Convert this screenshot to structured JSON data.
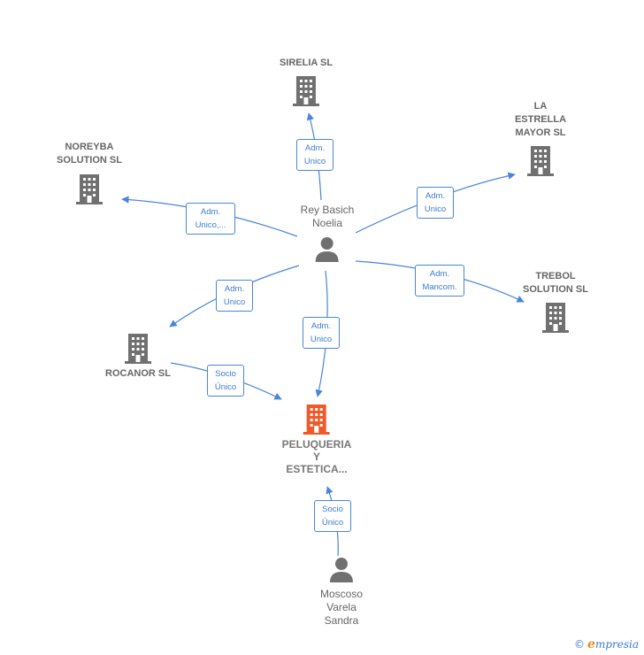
{
  "nodes": {
    "sirelia": {
      "label": "SIRELIA SL",
      "type": "company"
    },
    "la_estrella": {
      "label": "LA\nESTRELLA\nMAYOR SL",
      "type": "company"
    },
    "noreyba": {
      "label": "NOREYBA\nSOLUTION SL",
      "type": "company"
    },
    "trebol": {
      "label": "TREBOL\nSOLUTION SL",
      "type": "company"
    },
    "rocanor": {
      "label": "ROCANOR SL",
      "type": "company"
    },
    "peluqueria": {
      "label": "PELUQUERIA\nY\nESTETICA...",
      "type": "company-main"
    },
    "rey_basich": {
      "label": "Rey Basich\nNoelia",
      "type": "person"
    },
    "moscoso": {
      "label": "Moscoso\nVarela\nSandra",
      "type": "person"
    }
  },
  "edges": [
    {
      "from": "rey_basich",
      "to": "sirelia",
      "label": "Adm.\nUnico"
    },
    {
      "from": "rey_basich",
      "to": "la_estrella",
      "label": "Adm.\nUnico"
    },
    {
      "from": "rey_basich",
      "to": "noreyba",
      "label": "Adm.\nUnico,..."
    },
    {
      "from": "rey_basich",
      "to": "trebol",
      "label": "Adm.\nMancom."
    },
    {
      "from": "rey_basich",
      "to": "rocanor",
      "label": "Adm.\nUnico"
    },
    {
      "from": "rey_basich",
      "to": "peluqueria",
      "label": "Adm.\nUnico"
    },
    {
      "from": "rocanor",
      "to": "peluqueria",
      "label": "Socio\nÚnico"
    },
    {
      "from": "moscoso",
      "to": "peluqueria",
      "label": "Socio\nÚnico"
    }
  ],
  "colors": {
    "edge": "#4a86d8",
    "company_icon": "#707070",
    "main_company_icon": "#f05a28",
    "person_icon": "#707070",
    "label_text": "#666666"
  },
  "footer": {
    "copyright": "©",
    "brand_e": "e",
    "brand_rest": "mpresia"
  }
}
